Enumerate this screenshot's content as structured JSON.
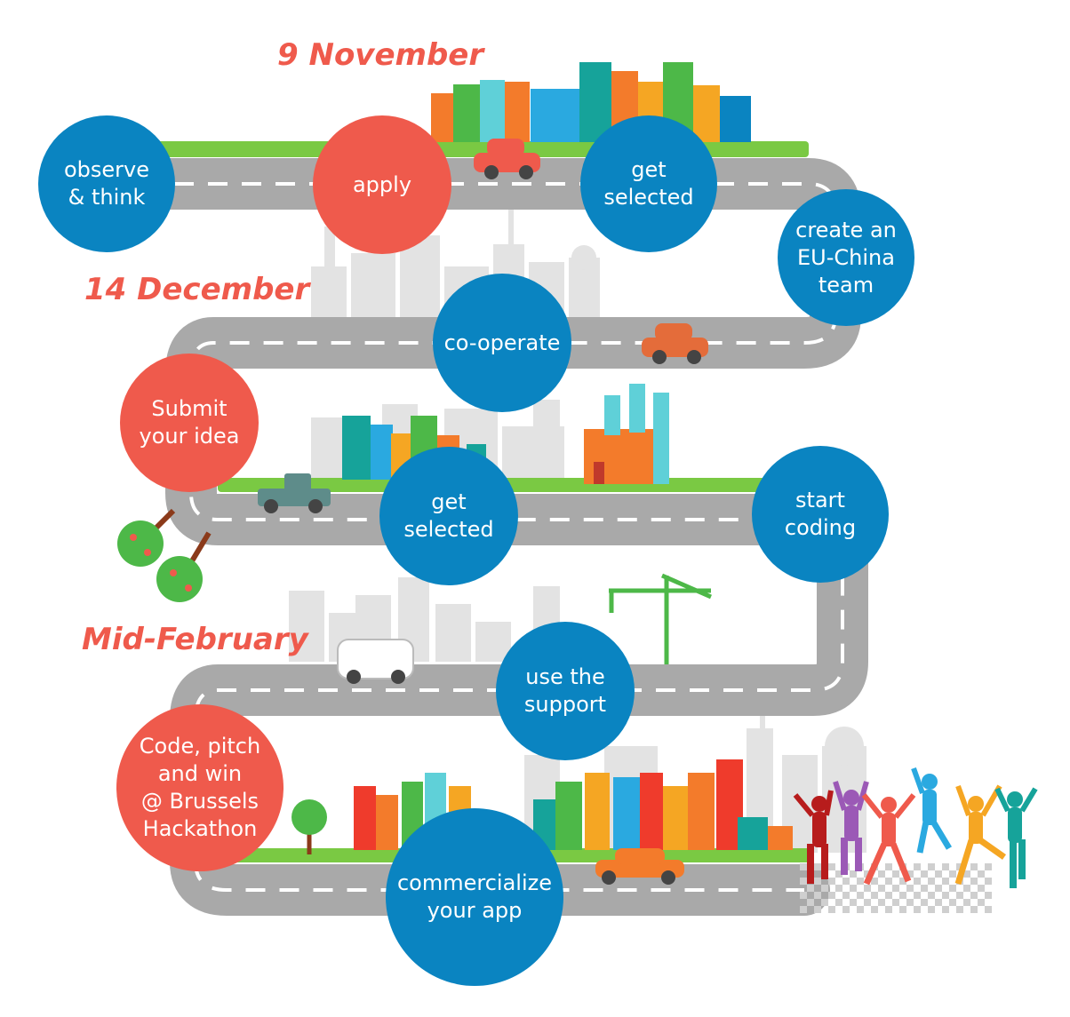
{
  "dates": [
    "9 November",
    "14 December",
    "Mid-February"
  ],
  "steps": [
    {
      "label": "observe\n& think",
      "color": "blue"
    },
    {
      "label": "apply",
      "color": "red"
    },
    {
      "label": "get\nselected",
      "color": "blue"
    },
    {
      "label": "create an\nEU-China\nteam",
      "color": "blue"
    },
    {
      "label": "co-operate",
      "color": "blue"
    },
    {
      "label": "Submit\nyour idea",
      "color": "red"
    },
    {
      "label": "get\nselected",
      "color": "blue"
    },
    {
      "label": "start\ncoding",
      "color": "blue"
    },
    {
      "label": "use the\nsupport",
      "color": "blue"
    },
    {
      "label": "Code, pitch\nand win\n@ Brussels\nHackathon",
      "color": "red"
    },
    {
      "label": "commercialize\nyour app",
      "color": "blue"
    }
  ],
  "colors": {
    "blue": "#0a84c1",
    "red": "#ef5a4c",
    "road": "#a9a9a9",
    "grass": "#7ac943",
    "skyline": "#e3e3e3"
  }
}
